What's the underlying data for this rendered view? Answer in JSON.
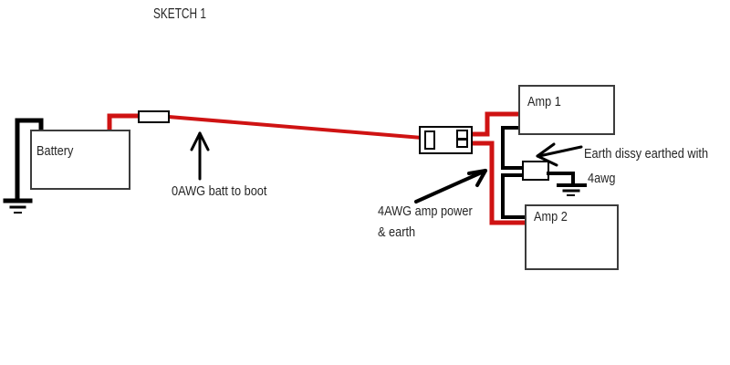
{
  "title": "SKETCH 1",
  "colors": {
    "wire_red": "#cf1313",
    "wire_black": "#000000",
    "box_border": "#3c3c3c",
    "block_border": "#000000",
    "text": "#262626",
    "background": "#ffffff"
  },
  "components": {
    "battery": {
      "label": "Battery"
    },
    "amp1": {
      "label": "Amp 1"
    },
    "amp2": {
      "label": "Amp 2"
    }
  },
  "annotations": {
    "batt_to_boot": "0AWG batt to boot",
    "amp_power_line1": "4AWG amp power",
    "amp_power_line2": "& earth",
    "earth_dissy_line1": "Earth dissy earthed with",
    "earth_dissy_line2": "4awg"
  }
}
